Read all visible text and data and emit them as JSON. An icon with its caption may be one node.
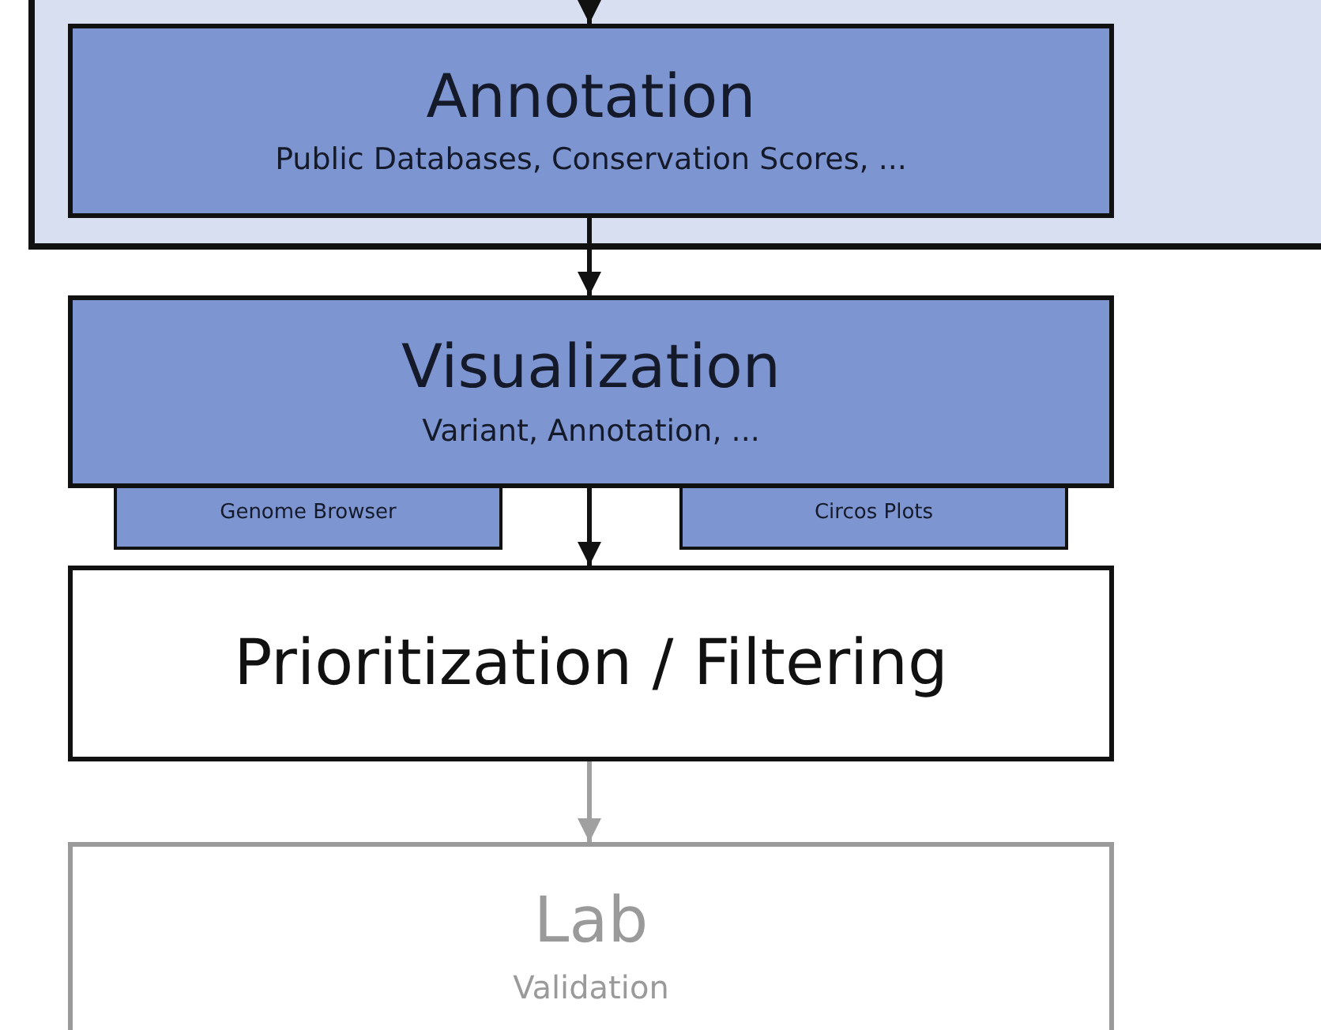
{
  "diagram": {
    "nodes": [
      {
        "text": [],
        "shape": "box"
      },
      {
        "text": [
          "Annotation",
          "Public Databases, Conservation Scores, ..."
        ],
        "in": 0
      },
      {
        "text": [
          "Visualization",
          "Variant, Annotation, ..."
        ]
      },
      {
        "text": [
          "Genome Browser"
        ]
      },
      {
        "text": [
          "Circos Plots"
        ]
      },
      {
        "text": [
          "Prioritization / Filtering"
        ]
      },
      {
        "text": [
          "Lab",
          "Validation"
        ]
      }
    ],
    "edges": [
      {
        "from": null,
        "to": 1,
        "arrow": "to"
      },
      {
        "from": 1,
        "to": 2,
        "arrow": "to"
      },
      {
        "from": 2,
        "to": 5,
        "arrow": "to"
      },
      {
        "from": 5,
        "to": 6,
        "arrow": "to",
        "color": "#a0a0a0"
      }
    ]
  }
}
